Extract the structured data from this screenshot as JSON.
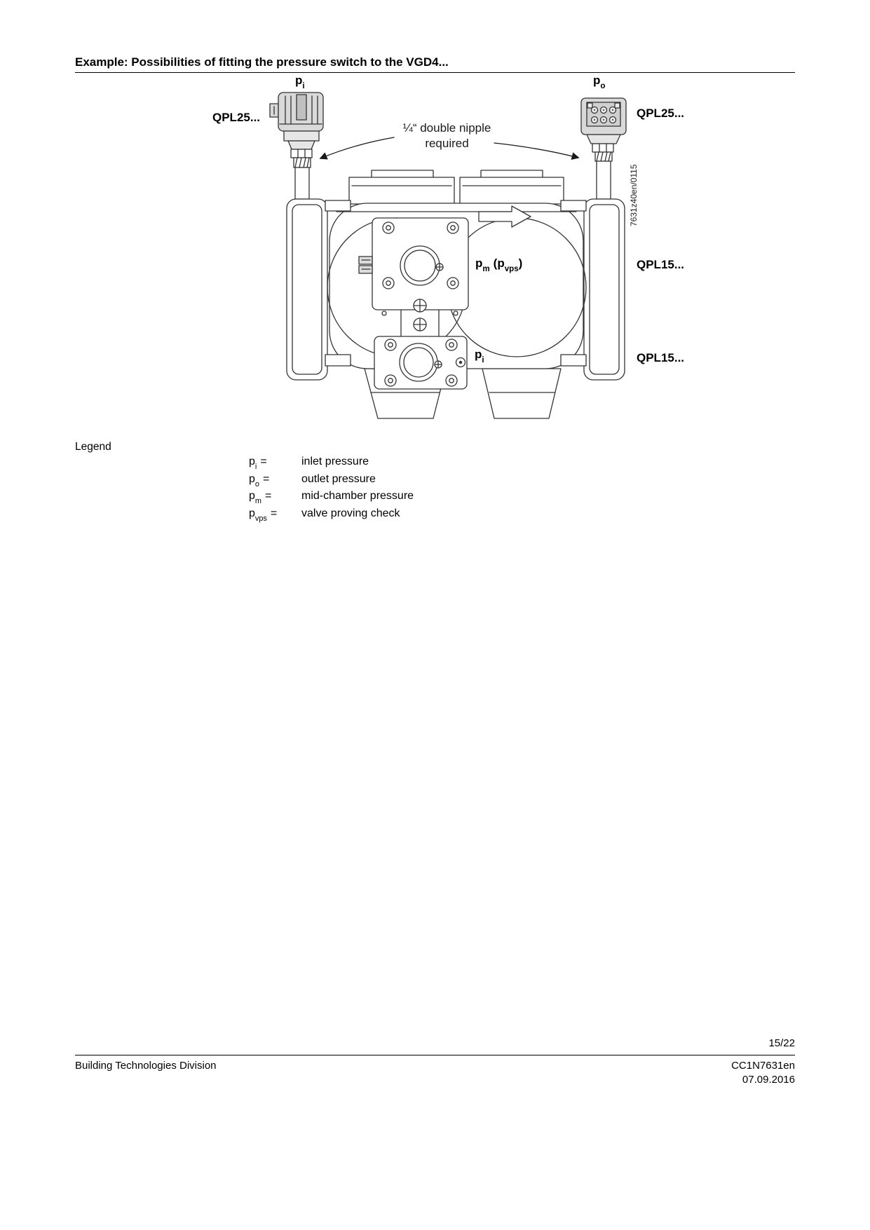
{
  "title": "Example: Possibilities of fitting the pressure switch to the VGD4...",
  "diagram": {
    "port_top_left": {
      "base": "p",
      "sub": "i"
    },
    "port_top_right": {
      "base": "p",
      "sub": "o"
    },
    "label_qpl25_left": "QPL25...",
    "label_qpl25_right": "QPL25...",
    "label_qpl15_mid": "QPL15...",
    "label_qpl15_bottom": "QPL15...",
    "nipple_note_line1": "¼“ double nipple",
    "nipple_note_line2": "required",
    "label_pm_pvps": {
      "base": "p",
      "sub": "m",
      "paren_base": "(p",
      "paren_sub": "vps",
      "paren_close": ")"
    },
    "port_mid": {
      "base": "p",
      "sub": "i"
    },
    "doc_ref": "7631z40en/0115"
  },
  "legend": {
    "heading": "Legend",
    "rows": [
      {
        "base": "p",
        "sub": "i",
        "eq": "=",
        "desc": "inlet pressure"
      },
      {
        "base": "p",
        "sub": "o",
        "eq": "=",
        "desc": "outlet pressure"
      },
      {
        "base": "p",
        "sub": "m",
        "eq": "=",
        "desc": "mid-chamber pressure"
      },
      {
        "base": "p",
        "sub": "vps",
        "eq": "=",
        "desc": "valve proving check"
      }
    ]
  },
  "footer": {
    "page_number": "15/22",
    "division": "Building Technologies Division",
    "doc_id": "CC1N7631en",
    "date": "07.09.2016"
  }
}
